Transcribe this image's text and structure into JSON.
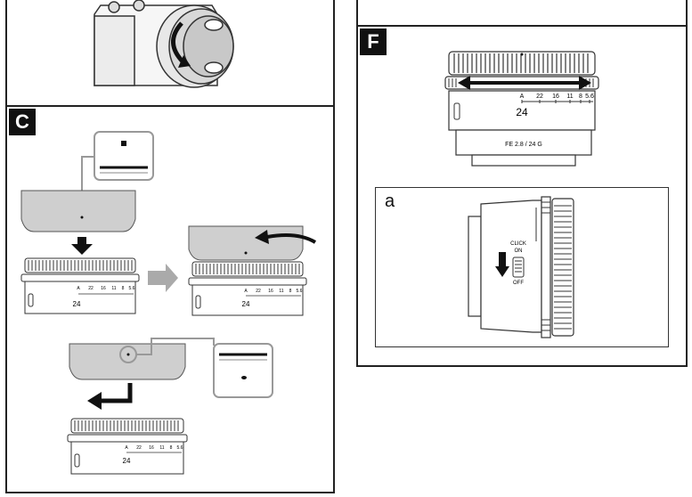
{
  "sections": {
    "c": {
      "label": "C"
    },
    "f": {
      "label": "F"
    },
    "a": {
      "label": "a"
    }
  },
  "lens": {
    "aperture_marks": [
      "A",
      "22",
      "16",
      "11",
      "8",
      "5.6"
    ],
    "focal_length": "24",
    "model_text": "FE 2.8 / 24 G"
  },
  "aperture_switch": {
    "label_top": "CLICK",
    "label_on": "ON",
    "label_off": "OFF"
  }
}
